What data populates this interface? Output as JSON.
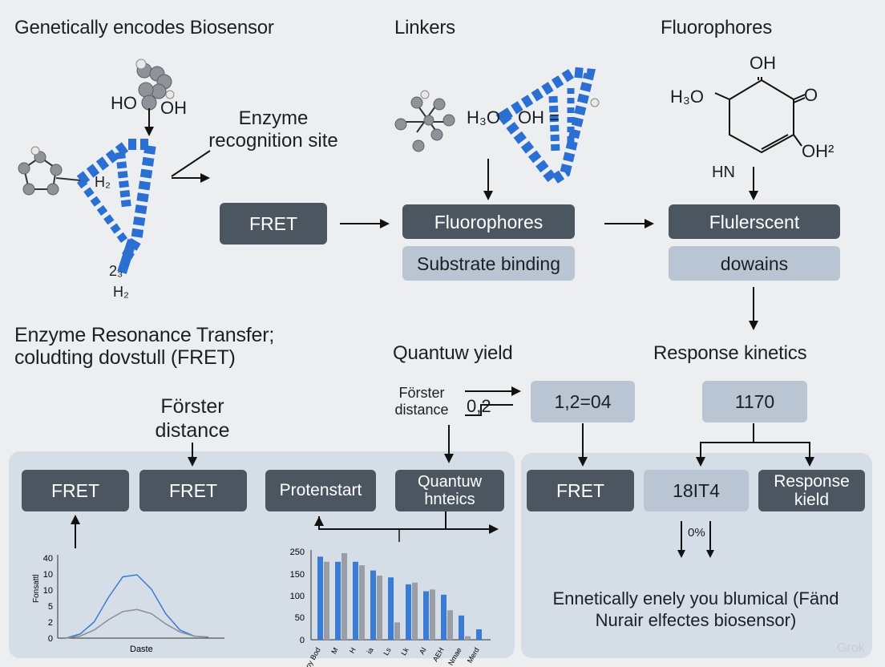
{
  "headings": {
    "genetically": "Genetically encodes Biosensor",
    "linkers": "Linkers",
    "fluorophores": "Fluorophores",
    "erf_line1": "Enzyme Resonance Transfer;",
    "erf_line2": "coludting dovstull (FRET)",
    "quantum_yield": "Quantuw yield",
    "response_kinetics": "Response kinetics"
  },
  "labels": {
    "enzyme_site": "Enzyme recognition site",
    "forster_big": "Förster distance",
    "forster_small": "Förster distance",
    "val_02": "0,2",
    "pct": "0%",
    "footer": "Ennetically enely you blumical (Fänd Nurair elfectes  biosensor)",
    "watermark": "Grok"
  },
  "chem": {
    "ho": "HO",
    "oh": "OH",
    "h2_a": "H₂",
    "two": "2₃",
    "h2_b": "H₂",
    "h3o": "H₃O",
    "oh_eq": "OH =",
    "ring_oh_top": "OH",
    "ring_o_right": "O",
    "ring_h3o": "H₃O",
    "ring_hn": "HN",
    "ring_oh2": "OH²"
  },
  "boxes": {
    "fret_top": "FRET",
    "fluorophores": "Fluorophores",
    "substrate_binding": "Substrate binding",
    "flulerscent": "Flulerscent",
    "dowains": "dowains",
    "val_1204": "1,2=04",
    "val_1170": "1170",
    "fret_a": "FRET",
    "fret_b": "FRET",
    "protenstart": "Protenstart",
    "quantuw_hnteics": "Quantuw hnteics",
    "fret_c": "FRET",
    "val_18it4": "18IT4",
    "response_kield": "Response kield"
  },
  "chart_data": [
    {
      "type": "line",
      "xlabel": "Daste",
      "ylabel": "Fonsattl",
      "yticks": [
        "0",
        "2",
        "5",
        "10",
        "10",
        "40"
      ],
      "ylim": [
        0,
        40
      ],
      "series": [
        {
          "color": "#3a7bd5",
          "values": [
            0,
            2,
            8,
            20,
            30,
            31,
            24,
            12,
            4,
            1,
            0.5
          ]
        },
        {
          "color": "#8a8f96",
          "values": [
            0,
            1,
            4,
            9,
            13,
            14,
            12,
            7,
            3,
            1,
            0.5
          ]
        }
      ]
    },
    {
      "type": "bar",
      "categories": [
        "oy Bod",
        "M",
        "H",
        "ia",
        "Ls",
        "Lk",
        "Al",
        "AEH",
        "Nmae",
        "Merd"
      ],
      "yticks": [
        "0",
        "50",
        "100",
        "150",
        "250"
      ],
      "ylim": [
        0,
        250
      ],
      "series": [
        {
          "color": "#3a7bd5",
          "values": [
            240,
            225,
            225,
            200,
            180,
            160,
            140,
            130,
            70,
            30
          ]
        },
        {
          "color": "#9a9ea4",
          "values": [
            225,
            250,
            215,
            185,
            50,
            165,
            145,
            85,
            10,
            0
          ]
        }
      ]
    }
  ]
}
